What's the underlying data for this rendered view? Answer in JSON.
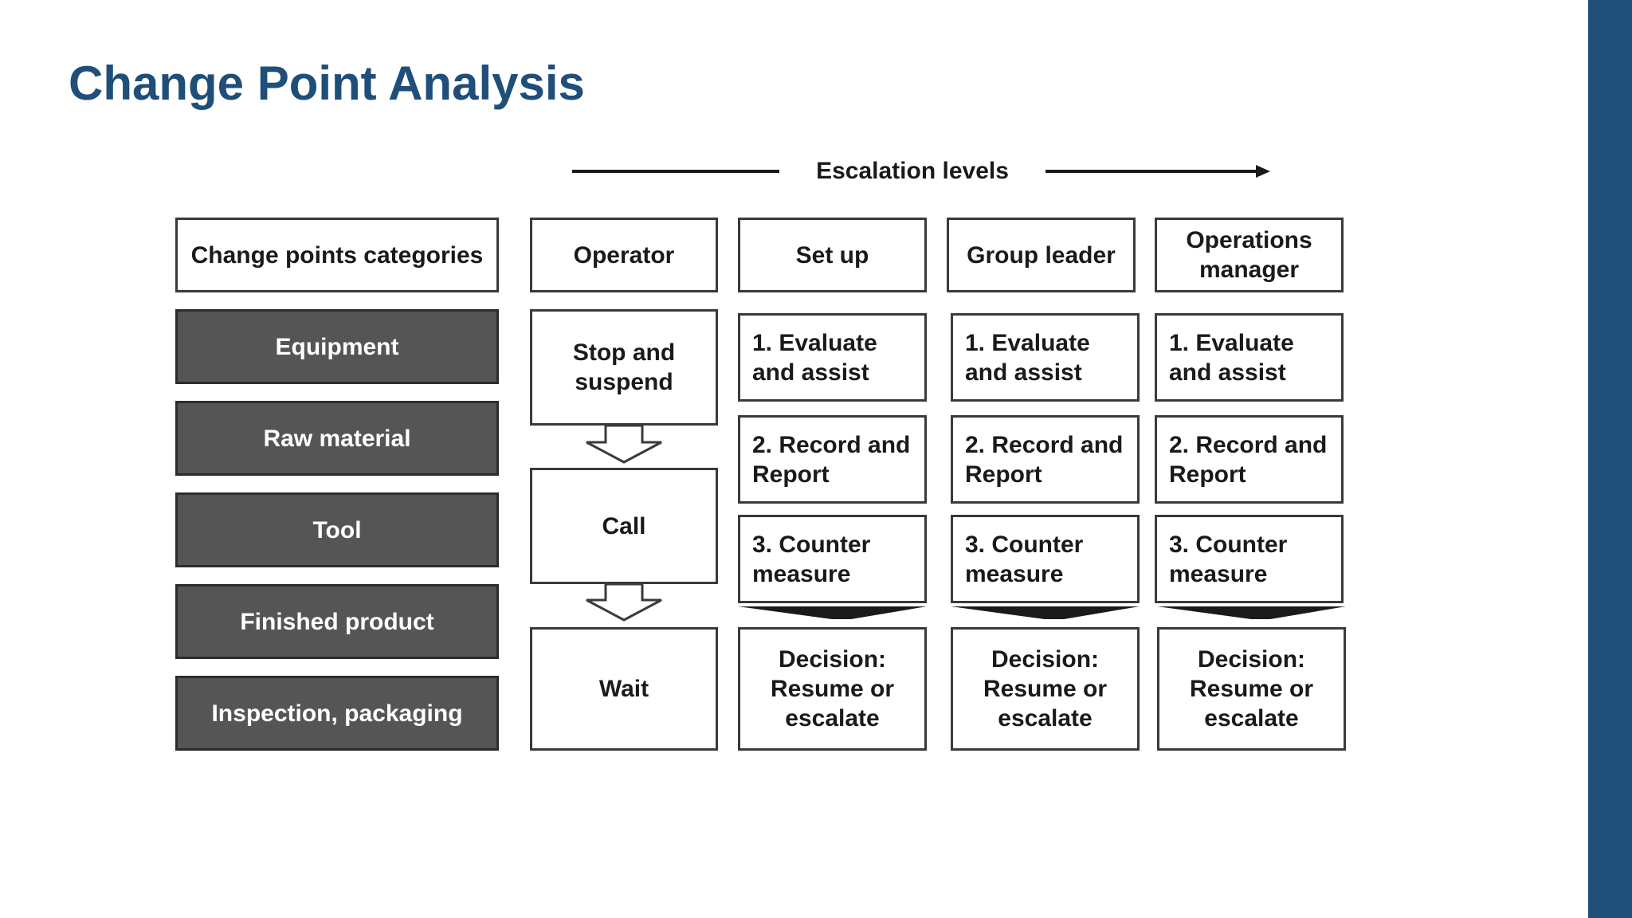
{
  "slide": {
    "title": "Change Point Analysis",
    "accent_color": "#1f4e79"
  },
  "diagram": {
    "escalation_label": "Escalation levels",
    "header_category": "Change points categories",
    "categories": [
      "Equipment",
      "Raw material",
      "Tool",
      "Finished product",
      "Inspection, packaging"
    ],
    "operator": {
      "header": "Operator",
      "steps": [
        "Stop and\nsuspend",
        "Call",
        "Wait"
      ]
    },
    "levels": [
      {
        "header": "Set up",
        "steps": [
          "1. Evaluate\nand assist",
          "2. Record and\nReport",
          "3. Counter\nmeasure"
        ],
        "decision": "Decision:\nResume or\nescalate"
      },
      {
        "header": "Group leader",
        "steps": [
          "1. Evaluate\nand assist",
          "2. Record and\nReport",
          "3. Counter\nmeasure"
        ],
        "decision": "Decision:\nResume or\nescalate"
      },
      {
        "header": "Operations\nmanager",
        "steps": [
          "1. Evaluate\nand assist",
          "2. Record and\nReport",
          "3. Counter\nmeasure"
        ],
        "decision": "Decision:\nResume or\nescalate"
      }
    ]
  }
}
